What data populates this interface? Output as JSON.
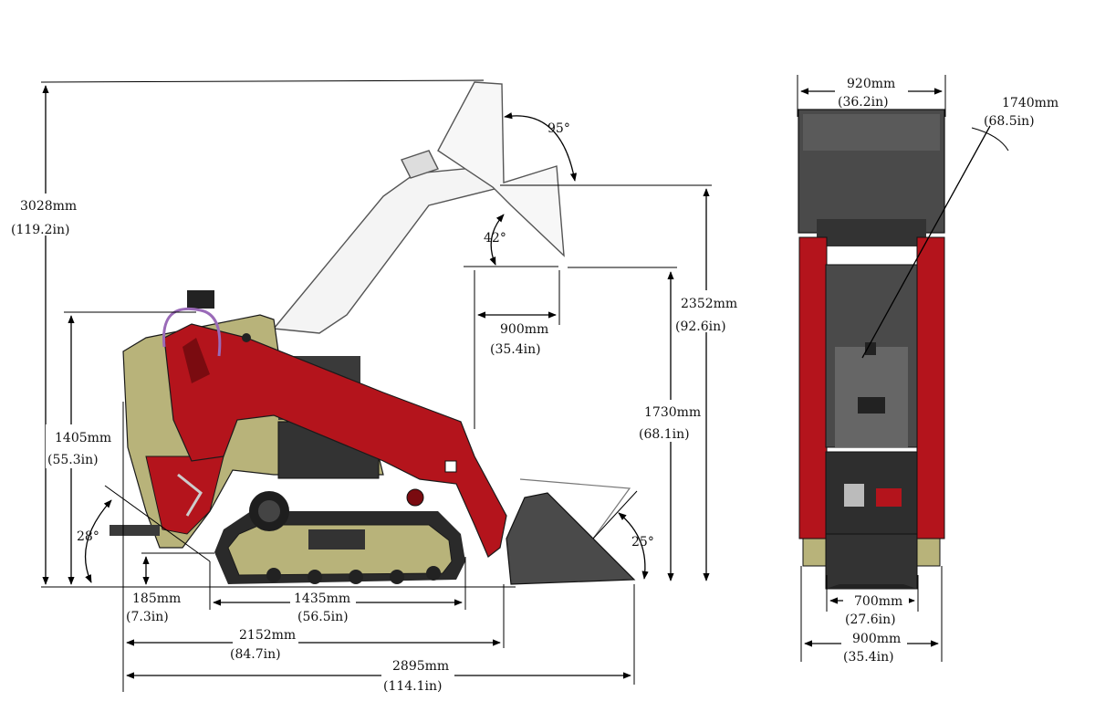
{
  "colors": {
    "body_olive": "#b8b37a",
    "arm_red": "#b4141c",
    "dark_red": "#7a0b10",
    "bucket_gray": "#4a4a4a",
    "track_dark": "#2a2a2a",
    "outline": "#1a1a1a"
  },
  "side_view": {
    "overall_height_mm": "3028mm",
    "overall_height_in": "(119.2in)",
    "bucket_rotation_top": "95°",
    "dump_angle": "42°",
    "dump_height_mm": "2352mm",
    "dump_height_in": "(92.6in)",
    "dump_reach_mm": "900mm",
    "dump_reach_in": "(35.4in)",
    "hinge_height_mm": "1730mm",
    "hinge_height_in": "(68.1in)",
    "body_height_mm": "1405mm",
    "body_height_in": "(55.3in)",
    "departure_angle": "28°",
    "rollback_angle": "25°",
    "ground_clearance_mm": "185mm",
    "ground_clearance_in": "(7.3in)",
    "track_length_mm": "1435mm",
    "track_length_in": "(56.5in)",
    "length_no_bucket_mm": "2152mm",
    "length_no_bucket_in": "(84.7in)",
    "overall_length_mm": "2895mm",
    "overall_length_in": "(114.1in)"
  },
  "front_view": {
    "bucket_width_mm": "920mm",
    "bucket_width_in": "(36.2in)",
    "turning_dia_mm": "1740mm",
    "turning_dia_in": "(68.5in)",
    "track_gauge_mm": "700mm",
    "track_gauge_in": "(27.6in)",
    "overall_width_mm": "900mm",
    "overall_width_in": "(35.4in)"
  }
}
